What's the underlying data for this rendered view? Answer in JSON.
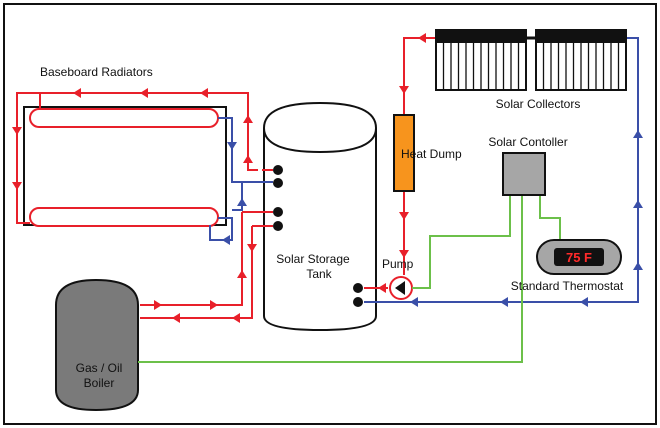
{
  "labels": {
    "radiators": "Baseboard Radiators",
    "collectors": "Solar Collectors",
    "controller": "Solar Contoller",
    "heat_dump": "Heat Dump",
    "pump": "Pump",
    "tank_line1": "Solar Storage",
    "tank_line2": "Tank",
    "thermostat": "Standard Thermostat",
    "thermostat_display": "75 F",
    "boiler_line1": "Gas / Oil",
    "boiler_line2": "Boiler"
  },
  "colors": {
    "hot_pipe": "#e8202a",
    "cold_pipe": "#3a4fa8",
    "control_wire": "#6cc04a",
    "heat_dump_fill": "#f7941d",
    "boiler_fill": "#7a7a7a",
    "controller_fill": "#a6a6a6",
    "thermostat_fill": "#a6a6a6",
    "thermostat_display_bg": "#111111"
  }
}
